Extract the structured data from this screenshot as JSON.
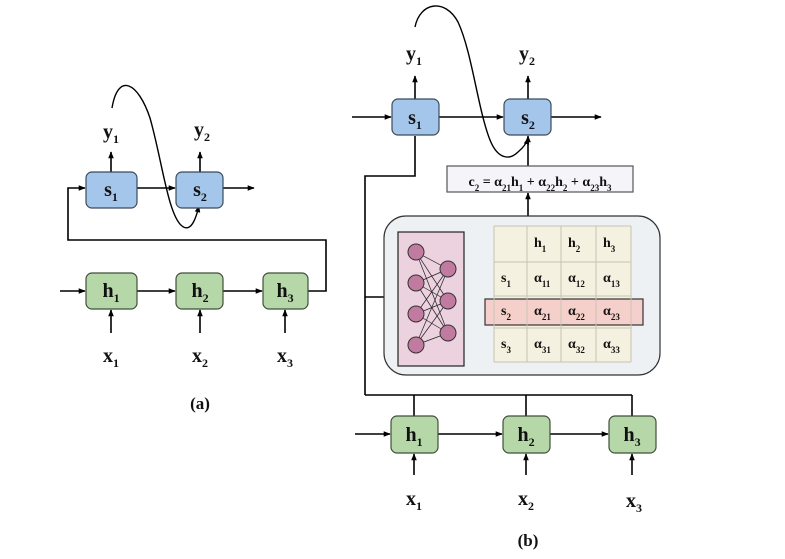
{
  "colors": {
    "state_fill": "#a4c6ea",
    "state_stroke": "#3b4a5c",
    "hidden_fill": "#b6d7a8",
    "hidden_stroke": "#3f4f3a",
    "attention_panel_fill": "#edf1f3",
    "network_fill": "#ecd1de",
    "neuron_fill": "#c27ba0",
    "table_fill": "#f5f1e1",
    "table_grid": "#c7c4b3",
    "highlight_fill": "#f4c9c4",
    "context_fill": "#f5f4f8"
  },
  "panel_a": {
    "caption": "(a)",
    "outputs": [
      {
        "base": "y",
        "sub": "1"
      },
      {
        "base": "y",
        "sub": "2"
      }
    ],
    "decoder_states": [
      {
        "base": "s",
        "sub": "1"
      },
      {
        "base": "s",
        "sub": "2"
      }
    ],
    "encoder_states": [
      {
        "base": "h",
        "sub": "1"
      },
      {
        "base": "h",
        "sub": "2"
      },
      {
        "base": "h",
        "sub": "3"
      }
    ],
    "inputs": [
      {
        "base": "x",
        "sub": "1"
      },
      {
        "base": "x",
        "sub": "2"
      },
      {
        "base": "x",
        "sub": "3"
      }
    ]
  },
  "panel_b": {
    "caption": "(b)",
    "outputs": [
      {
        "base": "y",
        "sub": "1"
      },
      {
        "base": "y",
        "sub": "2"
      }
    ],
    "decoder_states": [
      {
        "base": "s",
        "sub": "1"
      },
      {
        "base": "s",
        "sub": "2"
      }
    ],
    "encoder_states": [
      {
        "base": "h",
        "sub": "1"
      },
      {
        "base": "h",
        "sub": "2"
      },
      {
        "base": "h",
        "sub": "3"
      }
    ],
    "inputs": [
      {
        "base": "x",
        "sub": "1"
      },
      {
        "base": "x",
        "sub": "2"
      },
      {
        "base": "x",
        "sub": "3"
      }
    ],
    "context_formula": [
      {
        "base": "c",
        "sub": "2"
      },
      {
        "text": " = "
      },
      {
        "base": "α",
        "sub": "21"
      },
      {
        "base": "h",
        "sub": "1"
      },
      {
        "text": " + "
      },
      {
        "base": "α",
        "sub": "22"
      },
      {
        "base": "h",
        "sub": "2"
      },
      {
        "text": " + "
      },
      {
        "base": "α",
        "sub": "23"
      },
      {
        "base": "h",
        "sub": "3"
      }
    ],
    "attention_network": {
      "input_neurons": 4,
      "output_neurons": 3
    },
    "attention_table": {
      "col_headers": [
        {
          "base": "h",
          "sub": "1"
        },
        {
          "base": "h",
          "sub": "2"
        },
        {
          "base": "h",
          "sub": "3"
        }
      ],
      "rows": [
        {
          "row_header": {
            "base": "s",
            "sub": "1"
          },
          "cells": [
            {
              "base": "α",
              "sub": "11"
            },
            {
              "base": "α",
              "sub": "12"
            },
            {
              "base": "α",
              "sub": "13"
            }
          ]
        },
        {
          "row_header": {
            "base": "s",
            "sub": "2"
          },
          "cells": [
            {
              "base": "α",
              "sub": "21"
            },
            {
              "base": "α",
              "sub": "22"
            },
            {
              "base": "α",
              "sub": "23"
            }
          ]
        },
        {
          "row_header": {
            "base": "s",
            "sub": "3"
          },
          "cells": [
            {
              "base": "α",
              "sub": "31"
            },
            {
              "base": "α",
              "sub": "32"
            },
            {
              "base": "α",
              "sub": "33"
            }
          ]
        }
      ],
      "highlighted_row": 1
    }
  }
}
